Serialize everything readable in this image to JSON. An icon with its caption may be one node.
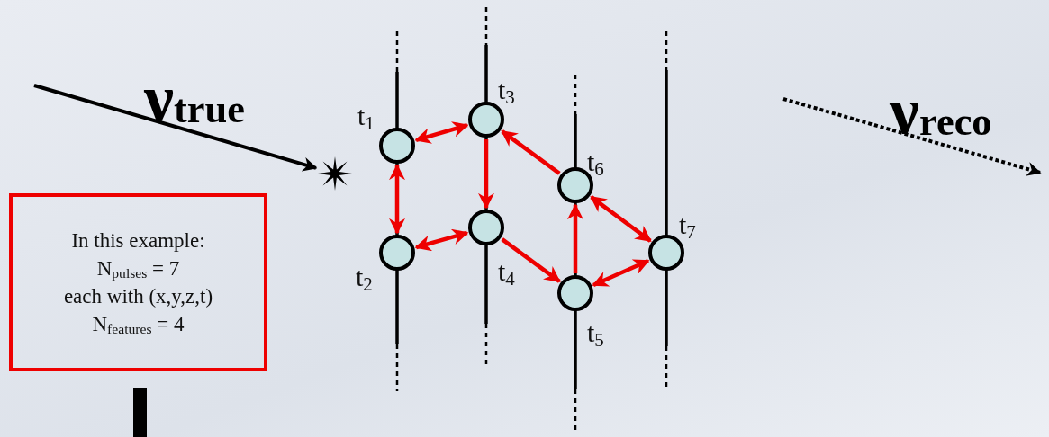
{
  "diagram": {
    "nodes": [
      {
        "text": [],
        "shape": "star"
      },
      {
        "text": [],
        "shape": "circle",
        "beside": [
          "t$_{1}$"
        ]
      },
      {
        "text": [],
        "shape": "circle",
        "beside": [
          "t$_{3}$"
        ]
      },
      {
        "text": [],
        "shape": "circle",
        "beside": [
          "t$_{6}$"
        ]
      },
      {
        "text": [
          "In this example:",
          "N$_{pulses}$ = 7",
          "each with (x,y,z,t)",
          "N$_{features}$ = 4"
        ]
      },
      {
        "text": [],
        "shape": "circle",
        "beside": [
          "t$_{4}$"
        ]
      },
      {
        "text": [],
        "shape": "circle",
        "beside": [
          "t$_{2}$"
        ]
      },
      {
        "text": [],
        "shape": "circle",
        "beside": [
          "t$_{7}$"
        ]
      },
      {
        "text": [],
        "shape": "circle",
        "beside": [
          "t$_{5}$"
        ]
      }
    ],
    "edges": [
      {
        "from": null,
        "to": 0,
        "arrow": "to",
        "color": "#000000"
      },
      {
        "from": 1,
        "to": 2,
        "arrow": "both",
        "color": "#ee0000"
      },
      {
        "from": 1,
        "to": 6,
        "arrow": "both",
        "color": "#ee0000"
      },
      {
        "from": 2,
        "to": 5,
        "arrow": "to",
        "color": "#ee0000"
      },
      {
        "from": 6,
        "to": 5,
        "arrow": "both",
        "color": "#ee0000"
      },
      {
        "from": 5,
        "to": 8,
        "arrow": "to",
        "color": "#ee0000"
      },
      {
        "from": 8,
        "to": 3,
        "arrow": "to",
        "color": "#ee0000"
      },
      {
        "from": 3,
        "to": 2,
        "arrow": "to",
        "color": "#ee0000"
      },
      {
        "from": 3,
        "to": 7,
        "arrow": "both",
        "color": "#ee0000"
      },
      {
        "from": 8,
        "to": 7,
        "arrow": "both",
        "color": "#ee0000"
      }
    ],
    "labels": [
      "ν$_{true}$",
      "ν$_{reco}$"
    ]
  }
}
